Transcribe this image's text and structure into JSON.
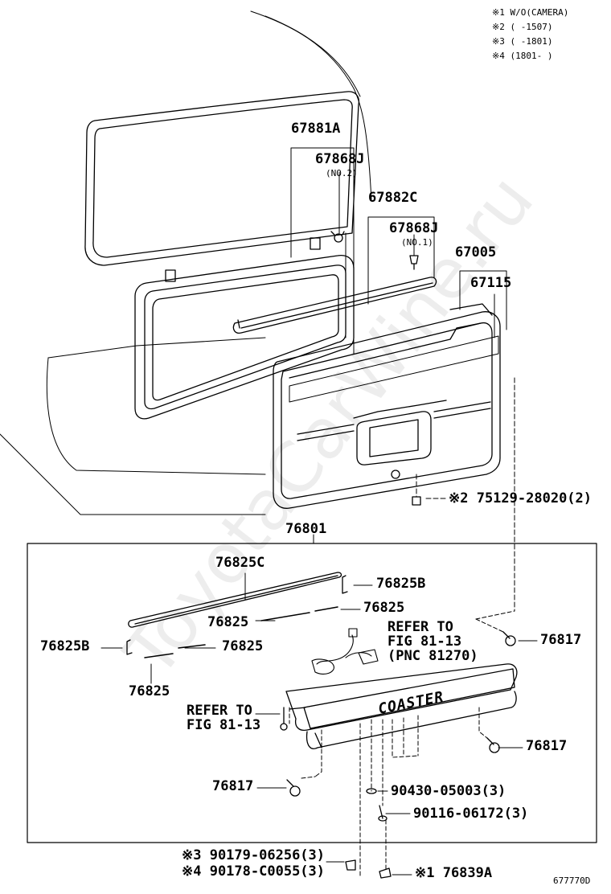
{
  "legend": {
    "row1": "※1 W/O(CAMERA)",
    "row2": "※2 (      -1507)",
    "row3": "※3 (      -1801)",
    "row4": "※4 (1801-      )"
  },
  "watermark": "ToyotaCarWine.ru",
  "figure_id": "677770D",
  "parts": {
    "p67881A": "67881A",
    "p67868J_top": "67868J",
    "no2": "(NO.2)",
    "p67882C": "67882C",
    "p67868J_mid": "67868J",
    "no1": "(NO.1)",
    "p67005": "67005",
    "p67115": "67115",
    "p75129": "※2 75129-28020(2)",
    "p76801": "76801",
    "p76825C": "76825C",
    "p76825B_right": "76825B",
    "p76825_a": "76825",
    "p76825_b": "76825",
    "p76825B_left": "76825B",
    "p76825_c": "76825",
    "p76825_d": "76825",
    "p76817_a": "76817",
    "p76817_b": "76817",
    "p76817_c": "76817",
    "refer1_a": "REFER TO",
    "refer1_b": "FIG 81-13",
    "refer1_c": "(PNC 81270)",
    "refer2_a": "REFER TO",
    "refer2_b": "FIG 81-13",
    "p90430": "90430-05003(3)",
    "p90116": "90116-06172(3)",
    "p90179": "※3 90179-06256(3)",
    "p90178": "※4 90178-C0055(3)",
    "p76839A": "※1 76839A"
  },
  "emblem_text": "COASTER"
}
